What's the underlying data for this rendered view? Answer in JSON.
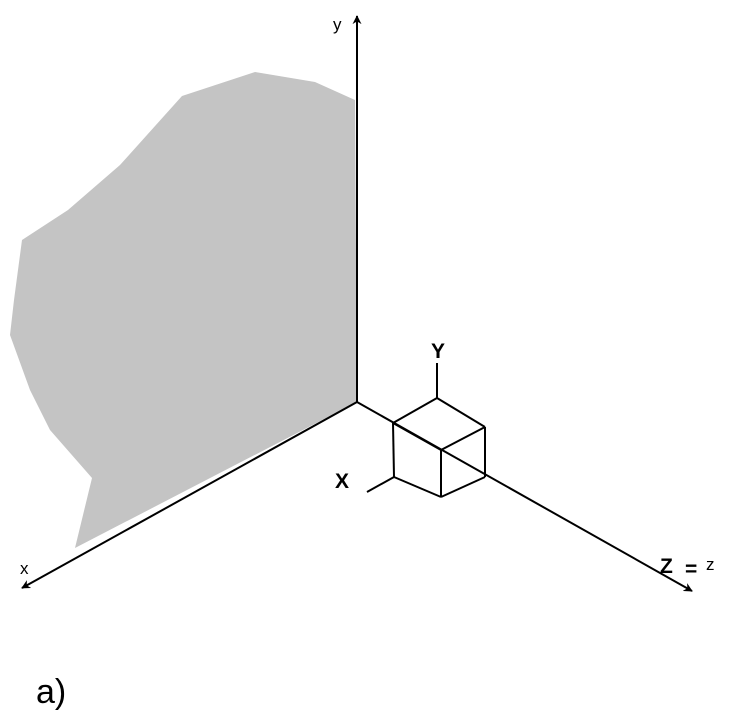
{
  "diagram": {
    "world_axes": {
      "x_label": "x",
      "y_label": "y",
      "z_label": "z"
    },
    "local_axes": {
      "x_label": "X",
      "y_label": "Y",
      "z_label": "Z"
    },
    "equals_sign": "=",
    "caption": "a)",
    "colors": {
      "shaded_region": "#c4c4c4",
      "lines": "#000000",
      "background": "#ffffff"
    }
  }
}
